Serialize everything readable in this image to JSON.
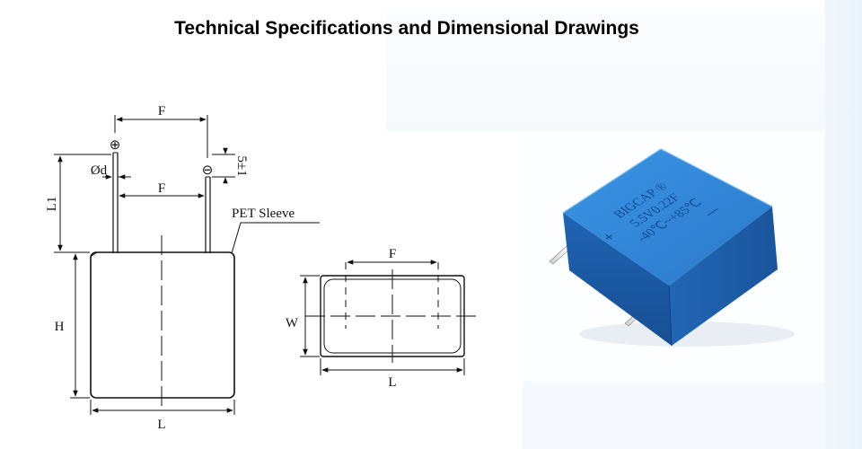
{
  "title": "Technical Specifications and Dimensional Drawings",
  "side_view": {
    "plus_symbol": "⊕",
    "minus_symbol": "⊖",
    "label_F_top": "F",
    "label_F_mid": "F",
    "label_lead_dia": "Ød",
    "label_lead_len": "L1",
    "label_tol": "5±1",
    "label_sleeve": "PET Sleeve",
    "label_height": "H",
    "label_length": "L"
  },
  "top_view": {
    "label_F": "F",
    "label_W": "W",
    "label_L": "L"
  },
  "photo": {
    "brand": "BIGCAP ®",
    "rating": "5.5V0.22F",
    "temp_range": "-40℃~+85℃",
    "plus": "+",
    "minus": "—",
    "body_color": "#2f7fd1",
    "body_dark": "#1d5aa6"
  }
}
